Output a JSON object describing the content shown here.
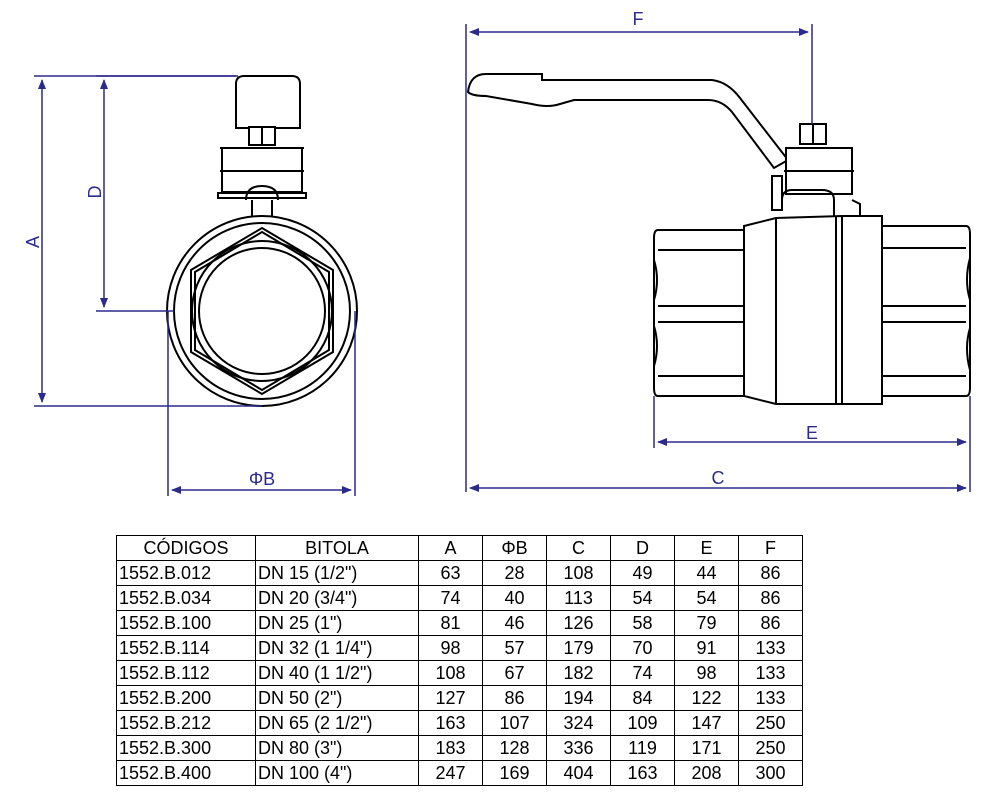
{
  "dimensions": {
    "A": "A",
    "B": "ΦB",
    "C": "C",
    "D": "D",
    "E": "E",
    "F": "F"
  },
  "table": {
    "headers": [
      "CÓDIGOS",
      "BITOLA",
      "A",
      "ΦB",
      "C",
      "D",
      "E",
      "F"
    ],
    "rows": [
      [
        "1552.B.012",
        "DN 15 (1/2\")",
        "63",
        "28",
        "108",
        "49",
        "44",
        "86"
      ],
      [
        "1552.B.034",
        "DN 20 (3/4\")",
        "74",
        "40",
        "113",
        "54",
        "54",
        "86"
      ],
      [
        "1552.B.100",
        "DN 25 (1\")",
        "81",
        "46",
        "126",
        "58",
        "79",
        "86"
      ],
      [
        "1552.B.114",
        "DN 32 (1 1/4\")",
        "98",
        "57",
        "179",
        "70",
        "91",
        "133"
      ],
      [
        "1552.B.112",
        "DN 40 (1 1/2\")",
        "108",
        "67",
        "182",
        "74",
        "98",
        "133"
      ],
      [
        "1552.B.200",
        "DN 50 (2\")",
        "127",
        "86",
        "194",
        "84",
        "122",
        "133"
      ],
      [
        "1552.B.212",
        "DN 65 (2 1/2\")",
        "163",
        "107",
        "324",
        "109",
        "147",
        "250"
      ],
      [
        "1552.B.300",
        "DN 80 (3\")",
        "183",
        "128",
        "336",
        "119",
        "171",
        "250"
      ],
      [
        "1552.B.400",
        "DN 100 (4\")",
        "247",
        "169",
        "404",
        "163",
        "208",
        "300"
      ]
    ]
  },
  "colors": {
    "dimension_lines": "#2b2b8c",
    "outline": "#000000"
  }
}
